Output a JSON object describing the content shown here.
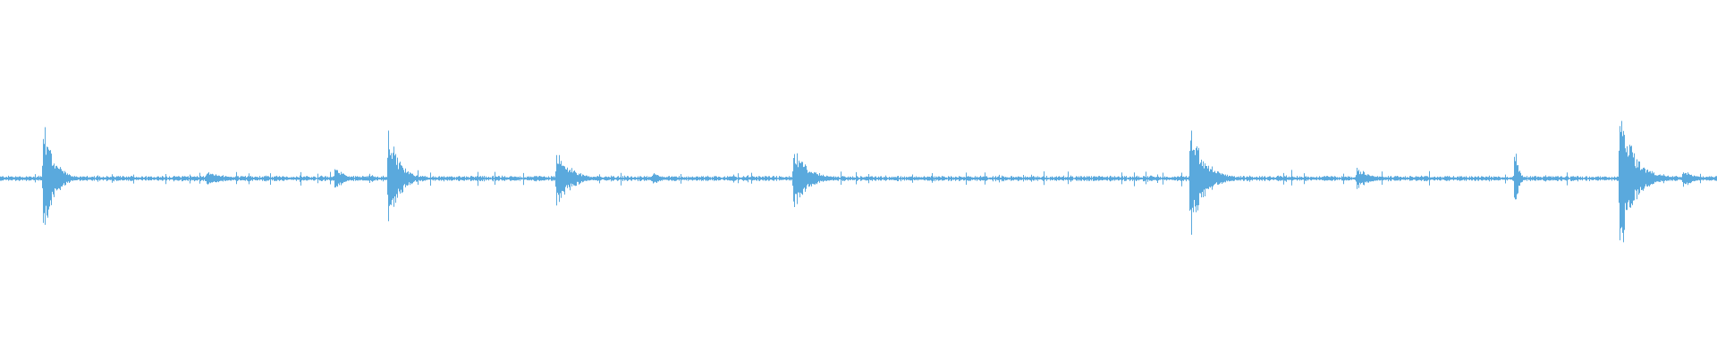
{
  "waveform": {
    "color": "#5aa9dd",
    "baseline_amplitude": 0.012,
    "noise_amplitude": 0.035,
    "transients": [
      {
        "t": 0.025,
        "peak": 0.36,
        "decay": 0.006
      },
      {
        "t": 0.12,
        "peak": 0.05,
        "decay": 0.01
      },
      {
        "t": 0.195,
        "peak": 0.1,
        "decay": 0.004
      },
      {
        "t": 0.226,
        "peak": 0.34,
        "decay": 0.006
      },
      {
        "t": 0.324,
        "peak": 0.19,
        "decay": 0.008
      },
      {
        "t": 0.38,
        "peak": 0.05,
        "decay": 0.004
      },
      {
        "t": 0.462,
        "peak": 0.21,
        "decay": 0.008
      },
      {
        "t": 0.693,
        "peak": 0.36,
        "decay": 0.008
      },
      {
        "t": 0.79,
        "peak": 0.07,
        "decay": 0.008
      },
      {
        "t": 0.882,
        "peak": 0.24,
        "decay": 0.002
      },
      {
        "t": 0.943,
        "peak": 0.48,
        "decay": 0.008
      },
      {
        "t": 0.98,
        "peak": 0.06,
        "decay": 0.006
      }
    ]
  }
}
